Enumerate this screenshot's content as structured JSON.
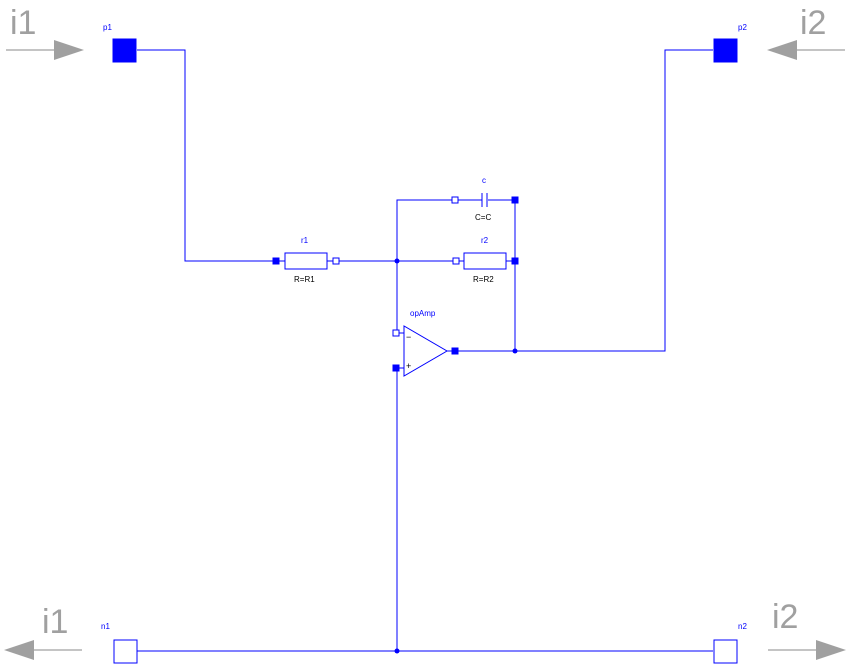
{
  "ports": {
    "p1": "p1",
    "p2": "p2",
    "n1": "n1",
    "n2": "n2"
  },
  "currents": {
    "i1_top": "i1",
    "i2_top": "i2",
    "i1_bottom": "i1",
    "i2_bottom": "i2"
  },
  "components": {
    "r1": {
      "name": "r1",
      "param": "R=R1"
    },
    "r2": {
      "name": "r2",
      "param": "R=R2"
    },
    "c": {
      "name": "c",
      "param": "C=C"
    },
    "opAmp": {
      "name": "opAmp",
      "minus": "−",
      "plus": "+"
    }
  },
  "colors": {
    "wire": "#0000ff",
    "annotation": "#a0a0a0"
  }
}
